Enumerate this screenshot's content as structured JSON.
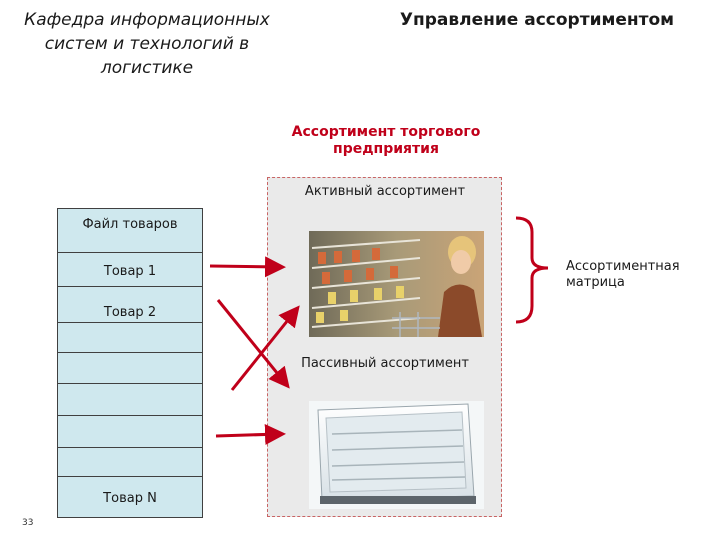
{
  "header": {
    "department": "Кафедра информационных систем и технологий в логистике",
    "slide_title": "Управление ассортиментом"
  },
  "diagram": {
    "assortment_title": "Ассортимент торгового предприятия",
    "active_label": "Активный ассортимент",
    "passive_label": "Пассивный ассортимент",
    "matrix_label": "Ассортиментная матрица",
    "file": {
      "title": "Файл товаров",
      "item_1": "Товар 1",
      "item_2": "Товар 2",
      "item_n": "Товар N"
    }
  },
  "footer": {
    "page_number": "33"
  },
  "colors": {
    "accent_red": "#c0001a",
    "file_fill": "#cfe8ee",
    "panel_fill": "#eaeaea"
  }
}
